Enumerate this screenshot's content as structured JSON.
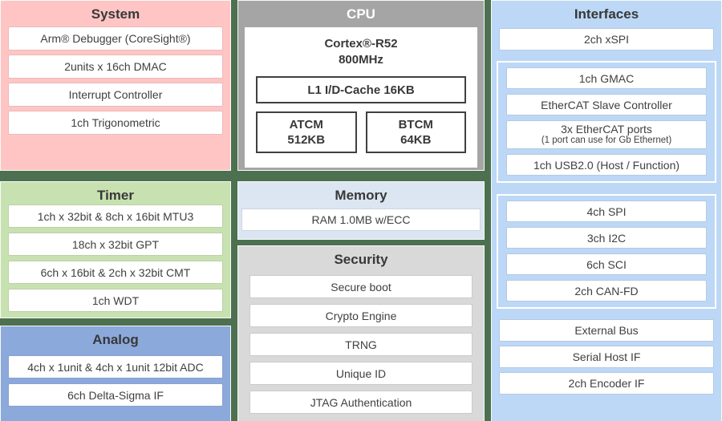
{
  "colors": {
    "page_background": "#4C7050",
    "system_bg": "#FFC5C5",
    "cpu_bg": "#A5A5A5",
    "timer_bg": "#C8E1B0",
    "analog_bg": "#8CA9DC",
    "memory_bg": "#DCE6F2",
    "security_bg": "#D9D9D9",
    "interfaces_bg": "#BDD8F6",
    "item_bg": "#FFFFFF",
    "cpu_box_border": "#404040",
    "text": "#404040",
    "cpu_title_text": "#FFFFFF"
  },
  "system": {
    "title": "System",
    "items": [
      "Arm® Debugger (CoreSight®)",
      "2units x 16ch DMAC",
      "Interrupt Controller",
      "1ch Trigonometric"
    ]
  },
  "cpu": {
    "title": "CPU",
    "core_name": "Cortex®-R52",
    "core_freq": "800MHz",
    "cache": "L1 I/D-Cache 16KB",
    "atcm_name": "ATCM",
    "atcm_size": "512KB",
    "btcm_name": "BTCM",
    "btcm_size": "64KB"
  },
  "interfaces": {
    "title": "Interfaces",
    "xspi": "2ch xSPI",
    "ethernet_group": {
      "gmac": "1ch GMAC",
      "ethercat_slave": "EtherCAT Slave Controller",
      "ethercat_ports": "3x EtherCAT ports",
      "ethercat_ports_note": "(1 port can use for Gb Ethernet)",
      "usb": "1ch USB2.0 (Host / Function)"
    },
    "serial_group": {
      "spi": "4ch SPI",
      "i2c": "3ch I2C",
      "sci": "6ch SCI",
      "canfd": "2ch CAN-FD"
    },
    "external_bus": "External Bus",
    "serial_host_if": "Serial Host IF",
    "encoder_if": "2ch Encoder IF"
  },
  "timer": {
    "title": "Timer",
    "items": [
      "1ch x 32bit & 8ch x 16bit MTU3",
      "18ch x 32bit GPT",
      "6ch x 16bit & 2ch x 32bit CMT",
      "1ch WDT"
    ]
  },
  "memory": {
    "title": "Memory",
    "items": [
      "RAM 1.0MB w/ECC"
    ]
  },
  "security": {
    "title": "Security",
    "items": [
      "Secure boot",
      "Crypto Engine",
      "TRNG",
      "Unique ID",
      "JTAG Authentication"
    ]
  },
  "analog": {
    "title": "Analog",
    "items": [
      "4ch x 1unit & 4ch x 1unit 12bit ADC",
      "6ch Delta-Sigma IF"
    ]
  }
}
